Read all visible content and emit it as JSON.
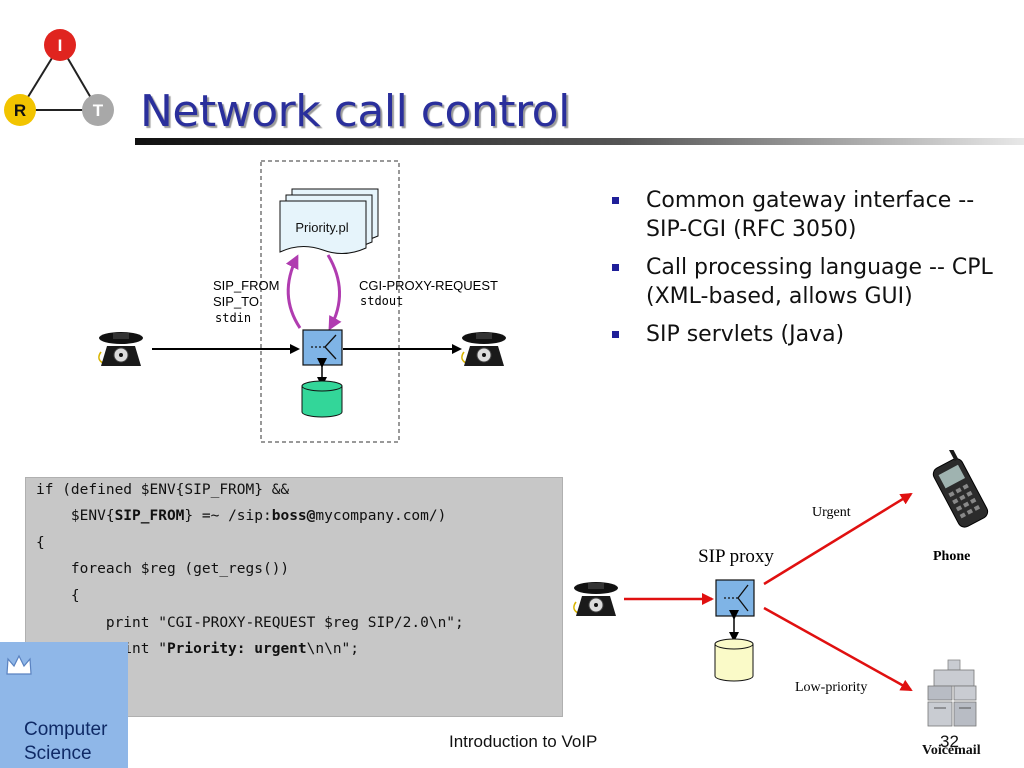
{
  "logo": {
    "top": "I",
    "left": "R",
    "right": "T"
  },
  "title": "Network call control",
  "bullets": [
    "Common gateway interface -- SIP-CGI (RFC 3050)",
    "Call processing language -- CPL (XML-based, allows GUI)",
    "SIP servlets (Java)"
  ],
  "top_diagram": {
    "script_name": "Priority.pl",
    "input_labels": [
      "SIP_FROM",
      "SIP_TO"
    ],
    "input_stream": "stdin",
    "output_label": "CGI-PROXY-REQUEST",
    "output_stream": "stdout"
  },
  "code": {
    "l1": "if (defined $ENV{SIP_FROM} &&",
    "l2a": "    $ENV{",
    "l2b": "SIP_FROM",
    "l2c": "} =~ /sip:",
    "l2d": "boss@",
    "l2e": "mycompany.com/)",
    "l3": "{",
    "l4": "    foreach $reg (get_regs())",
    "l5": "    {",
    "l6": "        print \"CGI-PROXY-REQUEST $reg SIP/2.0\\n\";",
    "l7a": "        print \"",
    "l7b": "Priority: urgent",
    "l7c": "\\n\\n\";",
    "l8": "    }",
    "l9": "}"
  },
  "bottom_diagram": {
    "proxy_label": "SIP proxy",
    "urgent_label": "Urgent",
    "low_label": "Low-priority",
    "phone_label": "Phone",
    "voicemail_label": "Voicemail"
  },
  "branding": {
    "department": [
      "Computer",
      "Science"
    ]
  },
  "footer": {
    "text": "Introduction to VoIP",
    "page": "32"
  },
  "colors": {
    "title": "#2a2f9c",
    "purple_arrow": "#b03cb0",
    "red_arrow": "#e01010",
    "proxy_box": "#7fb4e6",
    "database": "#33d699"
  },
  "icons": [
    "telephone-icon",
    "proxy-icon",
    "database-icon",
    "document-stack-icon",
    "mobile-phone-icon",
    "voicemail-server-icon",
    "irt-logo-icon"
  ]
}
